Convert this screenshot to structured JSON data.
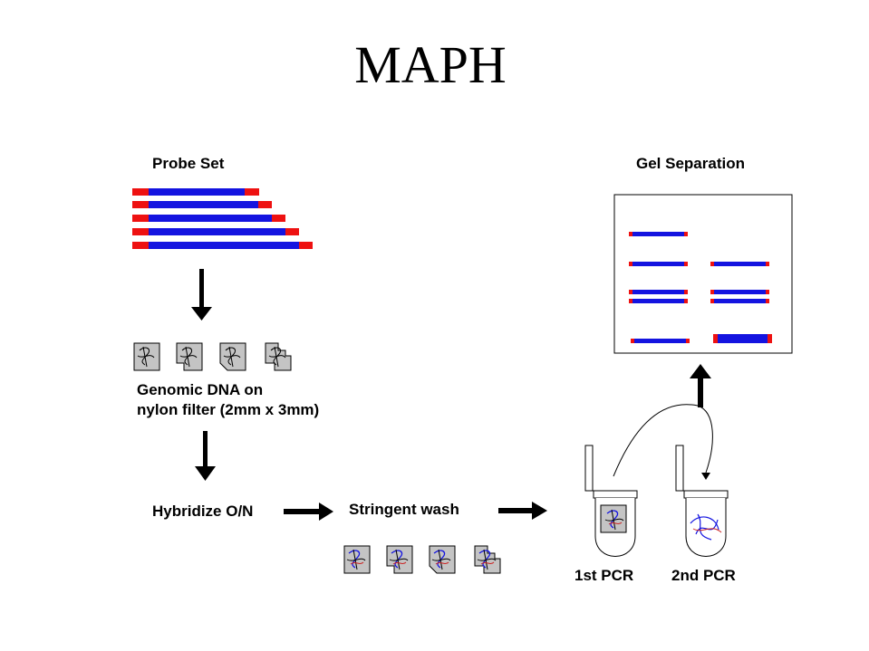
{
  "title": "MAPH",
  "labels": {
    "probe_set": "Probe Set",
    "gel_separation": "Gel Separation",
    "genomic_line1": "Genomic DNA on",
    "genomic_line2": "nylon filter (2mm x 3mm)",
    "hybridize": "Hybridize O/N",
    "stringent_wash": "Stringent wash",
    "pcr1": "1st PCR",
    "pcr2": "2nd PCR"
  },
  "colors": {
    "probe_body": "#1414e0",
    "probe_end": "#ee1111",
    "filter": "#c4c4c4",
    "arrow": "#000000"
  },
  "probe_count": 5,
  "filter_count_before": 4,
  "filter_count_after": 4
}
